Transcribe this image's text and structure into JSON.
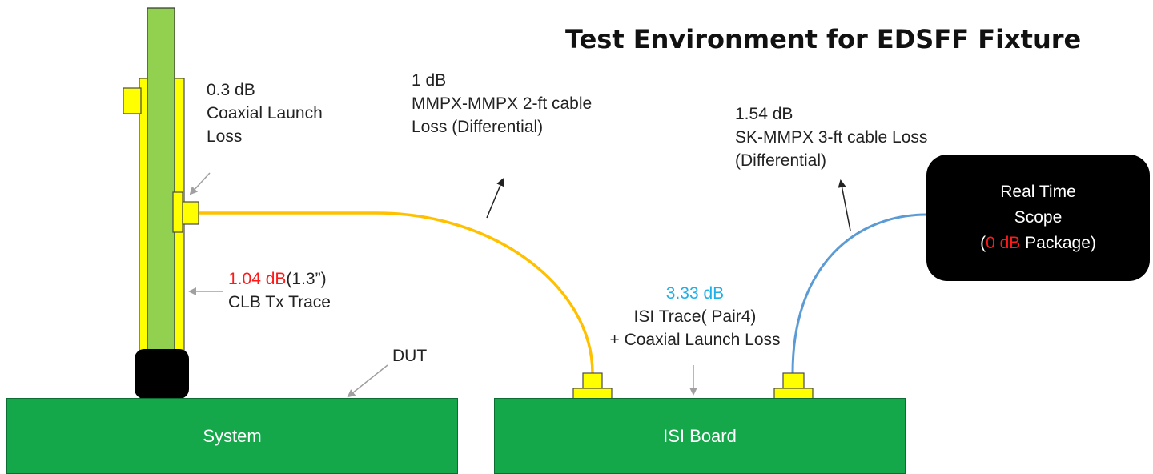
{
  "title": "Test Environment for EDSFF Fixture",
  "labels": {
    "coaxial_launch": {
      "line1": "0.3 dB",
      "line2": "Coaxial Launch",
      "line3": "Loss"
    },
    "mmpx_cable": {
      "line1": "1 dB",
      "line2": "MMPX-MMPX 2-ft cable",
      "line3": "Loss (Differential)"
    },
    "sk_cable": {
      "line1": "1.54 dB",
      "line2": "SK-MMPX 3-ft cable Loss",
      "line3": "(Differential)"
    },
    "clb_trace": {
      "value": "1.04 dB",
      "suffix": "(1.3”)",
      "line2": "CLB Tx Trace"
    },
    "isi_trace": {
      "value": "3.33 dB",
      "line2": "ISI Trace( Pair4)",
      "line3": "+ Coaxial Launch Loss"
    },
    "dut": "DUT"
  },
  "scope": {
    "line1": "Real Time",
    "line2": "Scope",
    "open_paren": "(",
    "value": "0 dB",
    "suffix": " Package)"
  },
  "boards": {
    "system": "System",
    "isi": "ISI Board"
  },
  "colors": {
    "board_green": "#14a84b",
    "card_green": "#92d050",
    "connector_yellow": "#ffff00",
    "cable_orange": "#ffc000",
    "cable_blue": "#5b9bd5",
    "highlight_red": "#ff1a1a",
    "highlight_cyan": "#20b0e8"
  }
}
